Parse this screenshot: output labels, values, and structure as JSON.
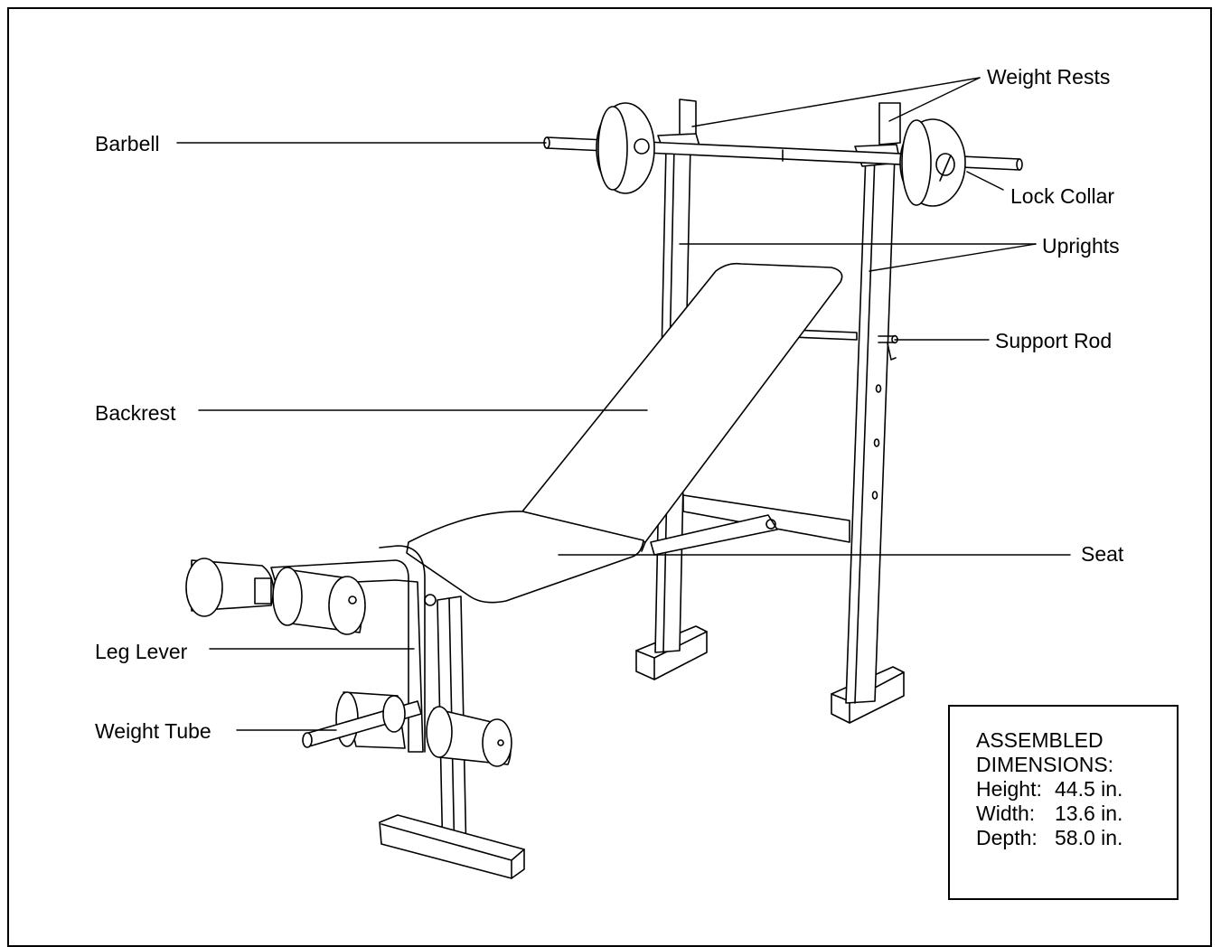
{
  "labels": {
    "barbell": "Barbell",
    "weight_rests": "Weight Rests",
    "lock_collar": "Lock Collar",
    "uprights": "Uprights",
    "support_rod": "Support Rod",
    "backrest": "Backrest",
    "seat": "Seat",
    "leg_lever": "Leg Lever",
    "weight_tube": "Weight Tube"
  },
  "dimensions": {
    "title_line1": "ASSEMBLED",
    "title_line2": "DIMENSIONS:",
    "rows": [
      {
        "label": "Height:",
        "value": "44.5 in."
      },
      {
        "label": "Width:",
        "value": "13.6 in."
      },
      {
        "label": "Depth:",
        "value": "58.0 in."
      }
    ]
  }
}
